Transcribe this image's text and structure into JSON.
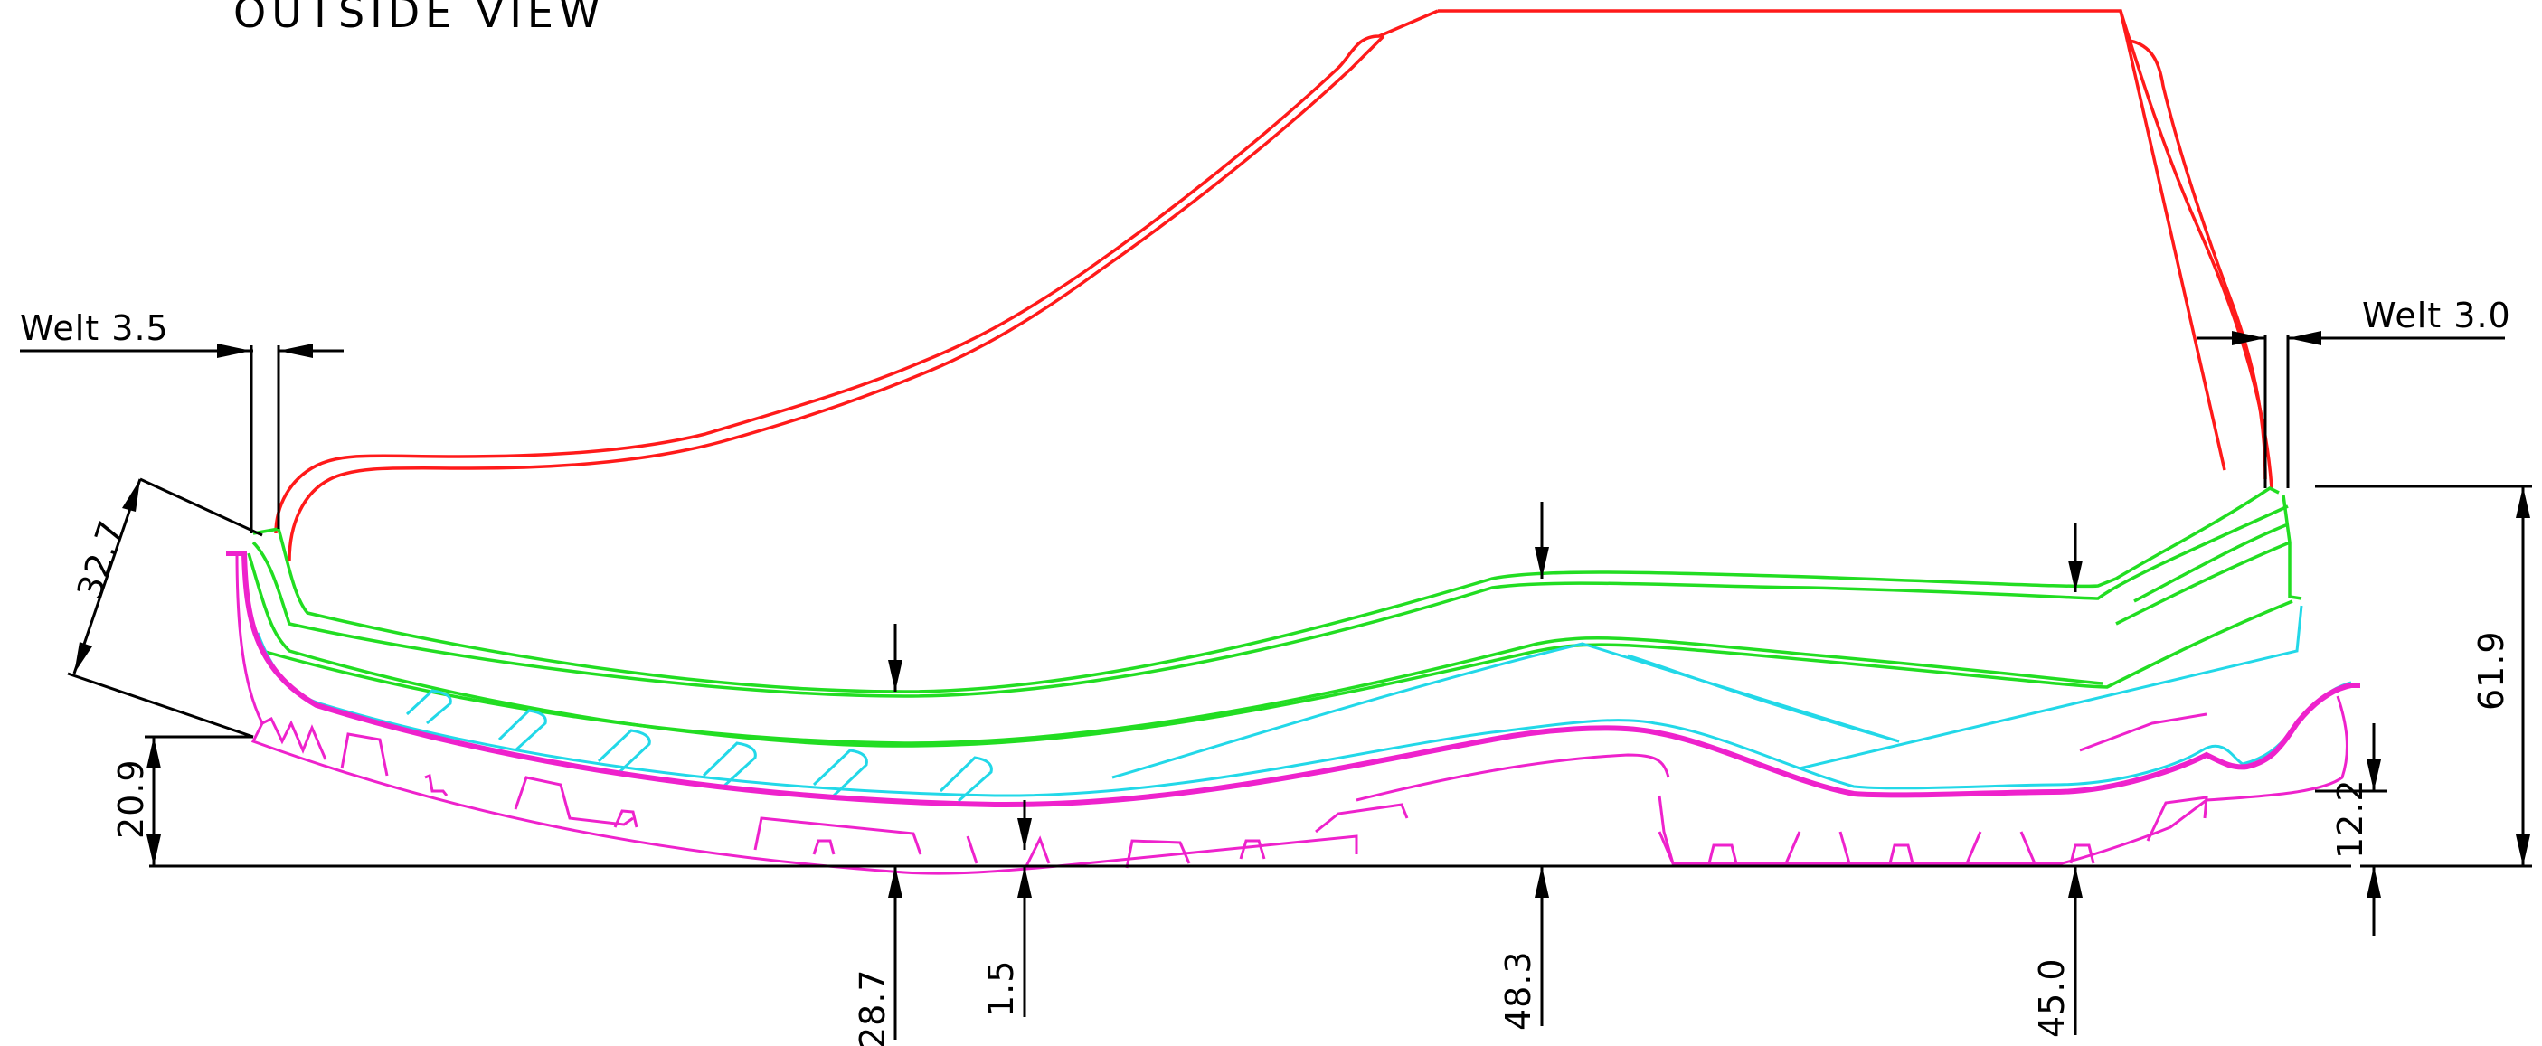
{
  "title": "OUTSIDE VIEW",
  "welt_left": "Welt 3.5",
  "welt_right": "Welt 3.0",
  "dimensions": {
    "toe_spring_diag": "32.7",
    "toe_height": "20.9",
    "heel_total": "61.9",
    "heel_lift": "12.2",
    "forepart_thickness": "28.7",
    "tread_depth": "1.5",
    "waist_thickness": "48.3",
    "heel_thickness": "45.0"
  },
  "colors": {
    "upper": "#ff1a1a",
    "insole": "#22dd22",
    "midsole": "#22d8e8",
    "outsole": "#ee22cc",
    "dimension": "#000000"
  }
}
